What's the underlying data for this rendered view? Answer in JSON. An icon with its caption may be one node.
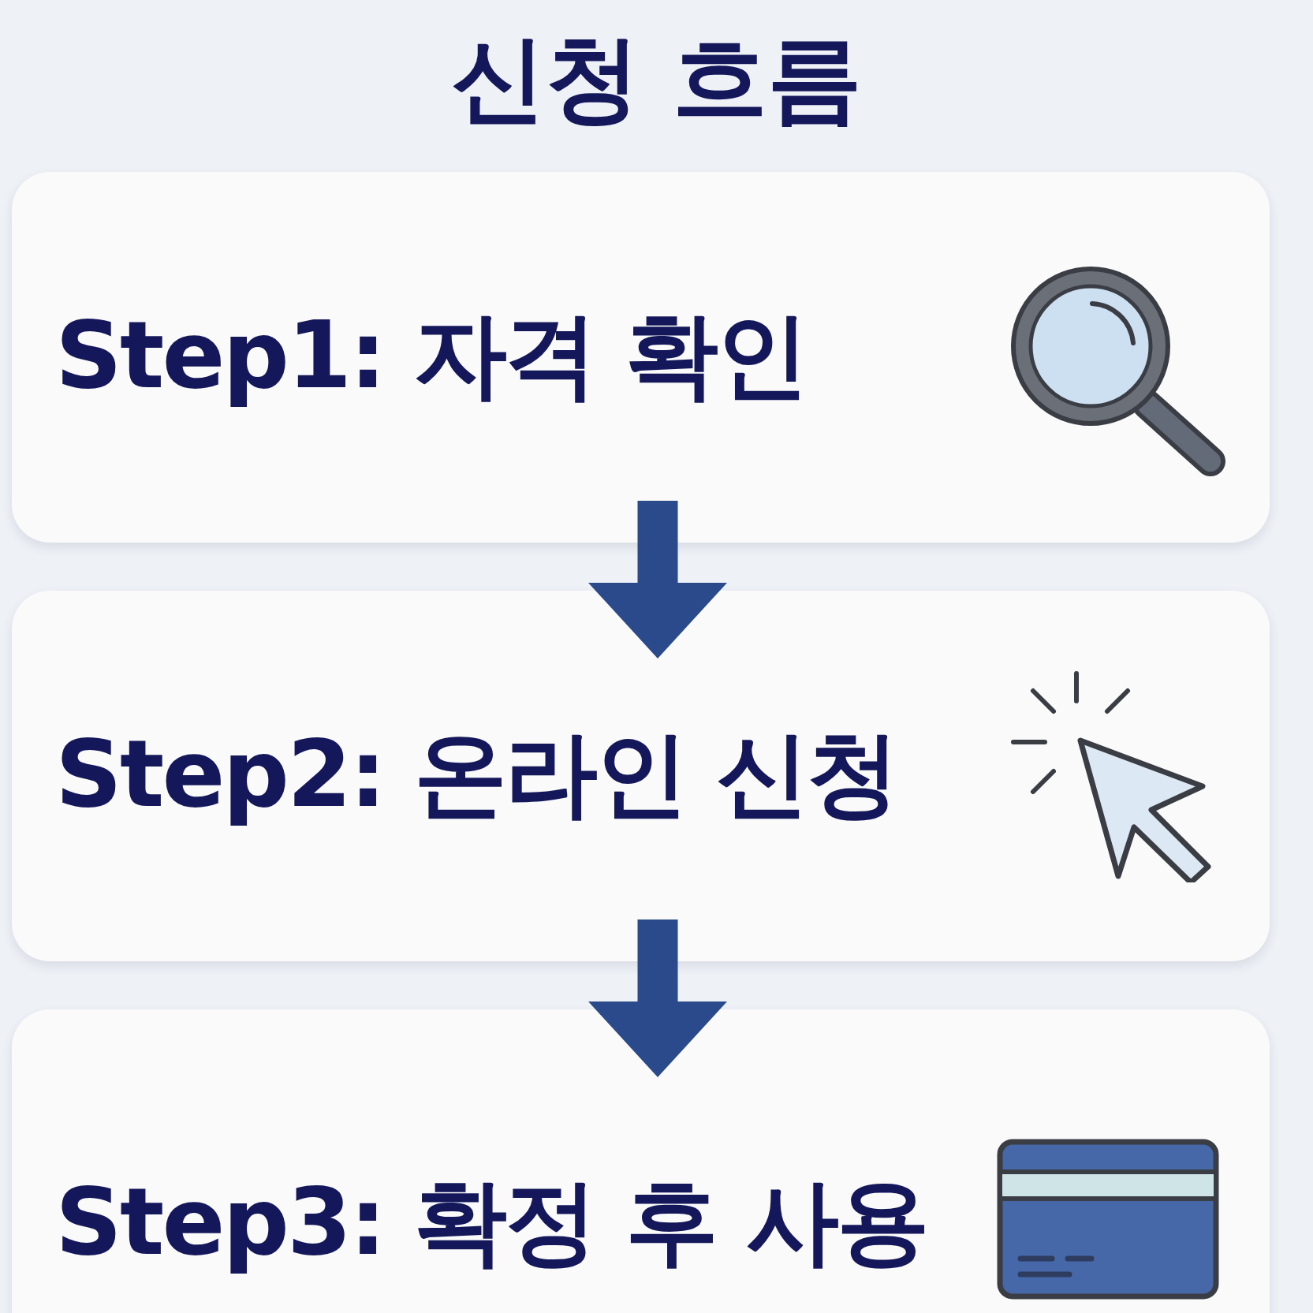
{
  "diagram": {
    "title": "신청 흐름",
    "nodes": [
      {
        "text": [
          "Step1: 자격 확인"
        ]
      },
      {
        "text": [
          "Step2: 온라인 신청"
        ]
      },
      {
        "text": [
          "Step3: 확정 후 사용"
        ]
      }
    ],
    "edges": [
      {
        "from": 0,
        "to": 1,
        "arrow": "to"
      },
      {
        "from": 1,
        "to": 2,
        "arrow": "to"
      }
    ]
  }
}
